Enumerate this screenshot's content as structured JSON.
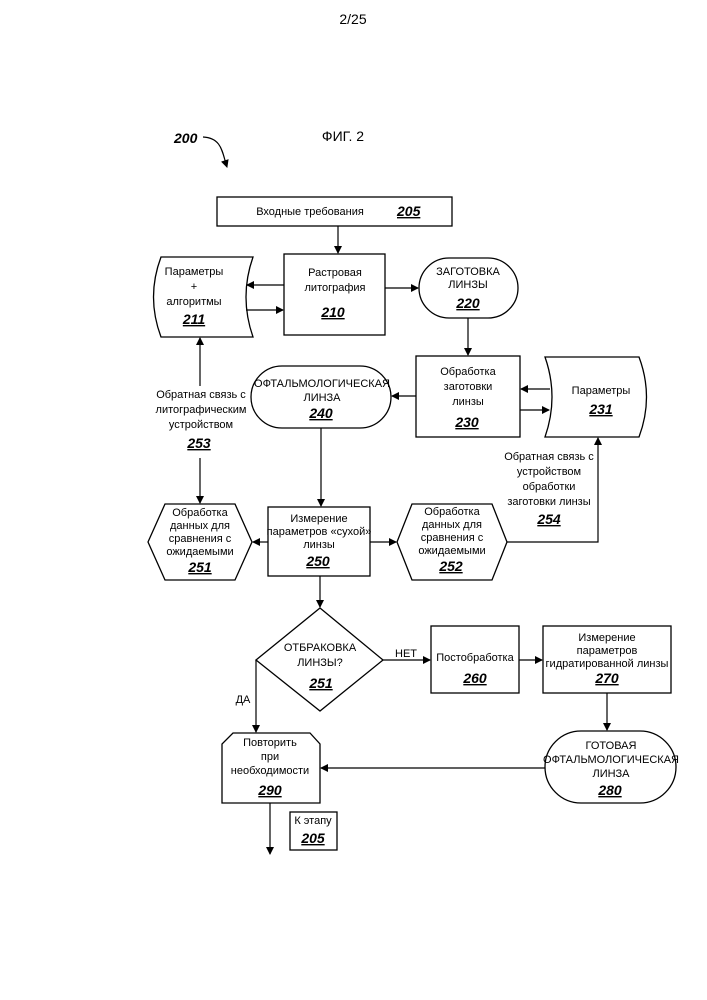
{
  "page_number": "2/25",
  "figure_title": "ФИГ. 2",
  "figure_ref": "200",
  "nodes": {
    "n205": {
      "text": [
        "Входные требования"
      ],
      "num": "205"
    },
    "n211": {
      "text": [
        "Параметры",
        "+",
        "алгоритмы"
      ],
      "num": "211"
    },
    "n210": {
      "text": [
        "Растровая",
        "литография"
      ],
      "num": "210"
    },
    "n220": {
      "text": [
        "ЗАГОТОВКА",
        "ЛИНЗЫ"
      ],
      "num": "220"
    },
    "n240": {
      "text": [
        "ОФТАЛЬМОЛОГИЧЕСКАЯ",
        "ЛИНЗА"
      ],
      "num": "240"
    },
    "n230": {
      "text": [
        "Обработка",
        "заготовки",
        "линзы"
      ],
      "num": "230"
    },
    "n231": {
      "text": [
        "Параметры"
      ],
      "num": "231"
    },
    "n253": {
      "text": [
        "Обратная связь с",
        "литографическим",
        "устройством"
      ],
      "num": "253"
    },
    "n254": {
      "text": [
        "Обратная связь с",
        "устройством",
        "обработки",
        "заготовки линзы"
      ],
      "num": "254"
    },
    "n251a": {
      "text": [
        "Обработка",
        "данных для",
        "сравнения с",
        "ожидаемыми"
      ],
      "num": "251"
    },
    "n250": {
      "text": [
        "Измерение",
        "параметров «сухой»",
        "линзы"
      ],
      "num": "250"
    },
    "n252": {
      "text": [
        "Обработка",
        "данных для",
        "сравнения с",
        "ожидаемыми"
      ],
      "num": "252"
    },
    "n251b": {
      "text": [
        "ОТБРАКОВКА",
        "ЛИНЗЫ?"
      ],
      "num": "251"
    },
    "n260": {
      "text": [
        "Постобработка"
      ],
      "num": "260"
    },
    "n270": {
      "text": [
        "Измерение",
        "параметров",
        "гидратированной линзы"
      ],
      "num": "270"
    },
    "n290": {
      "text": [
        "Повторить",
        "при",
        "необходимости"
      ],
      "num": "290"
    },
    "n280": {
      "text": [
        "ГОТОВАЯ",
        "ОФТАЛЬМОЛОГИЧЕСКАЯ",
        "ЛИНЗА"
      ],
      "num": "280"
    },
    "nStage": {
      "text": [
        "К этапу"
      ],
      "num": "205"
    }
  },
  "edge_labels": {
    "no": "НЕТ",
    "yes": "ДА"
  }
}
